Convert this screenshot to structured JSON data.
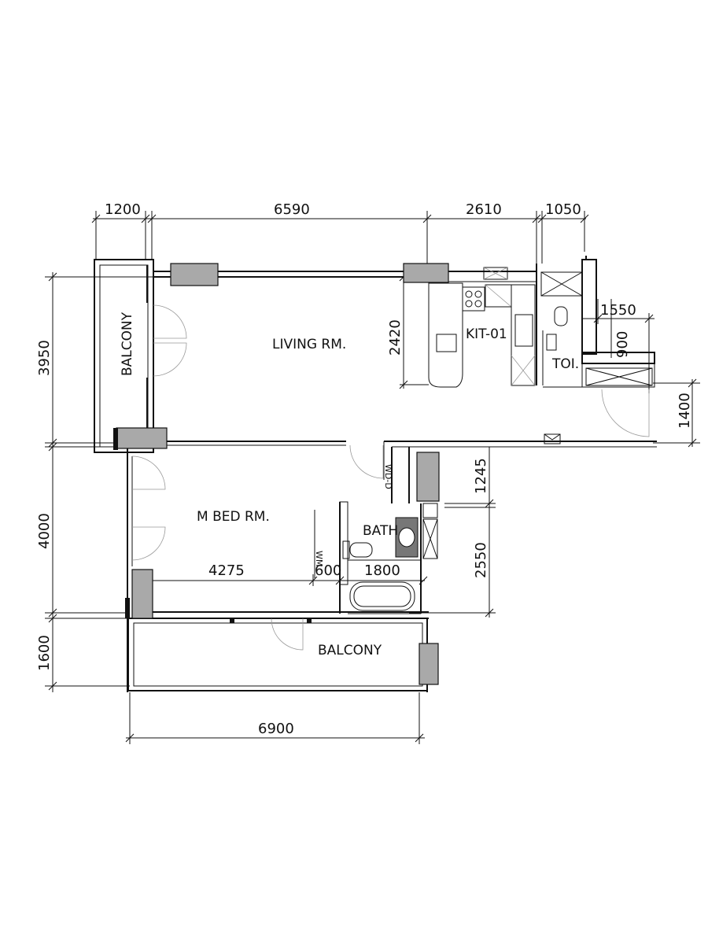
{
  "rooms": {
    "living": "LIVING RM.",
    "balcony_left": "BALCONY",
    "kitchen": "KIT-01",
    "toilet": "TOI.",
    "bedroom": "M BED RM.",
    "bath": "BATH",
    "balcony_bottom": "BALCONY",
    "wd": "WD-D",
    "wm": "WM"
  },
  "dimensions": {
    "top_1200": "1200",
    "top_6590": "6590",
    "top_2610": "2610",
    "top_1050": "1050",
    "left_3950": "3950",
    "left_4000": "4000",
    "left_1600": "1600",
    "kit_2420": "2420",
    "toi_1550": "1550",
    "toi_900": "900",
    "right_1400": "1400",
    "right_1245": "1245",
    "right_2550": "2550",
    "bed_4275": "4275",
    "bed_600": "600",
    "bath_1800": "1800",
    "bottom_6900": "6900"
  }
}
